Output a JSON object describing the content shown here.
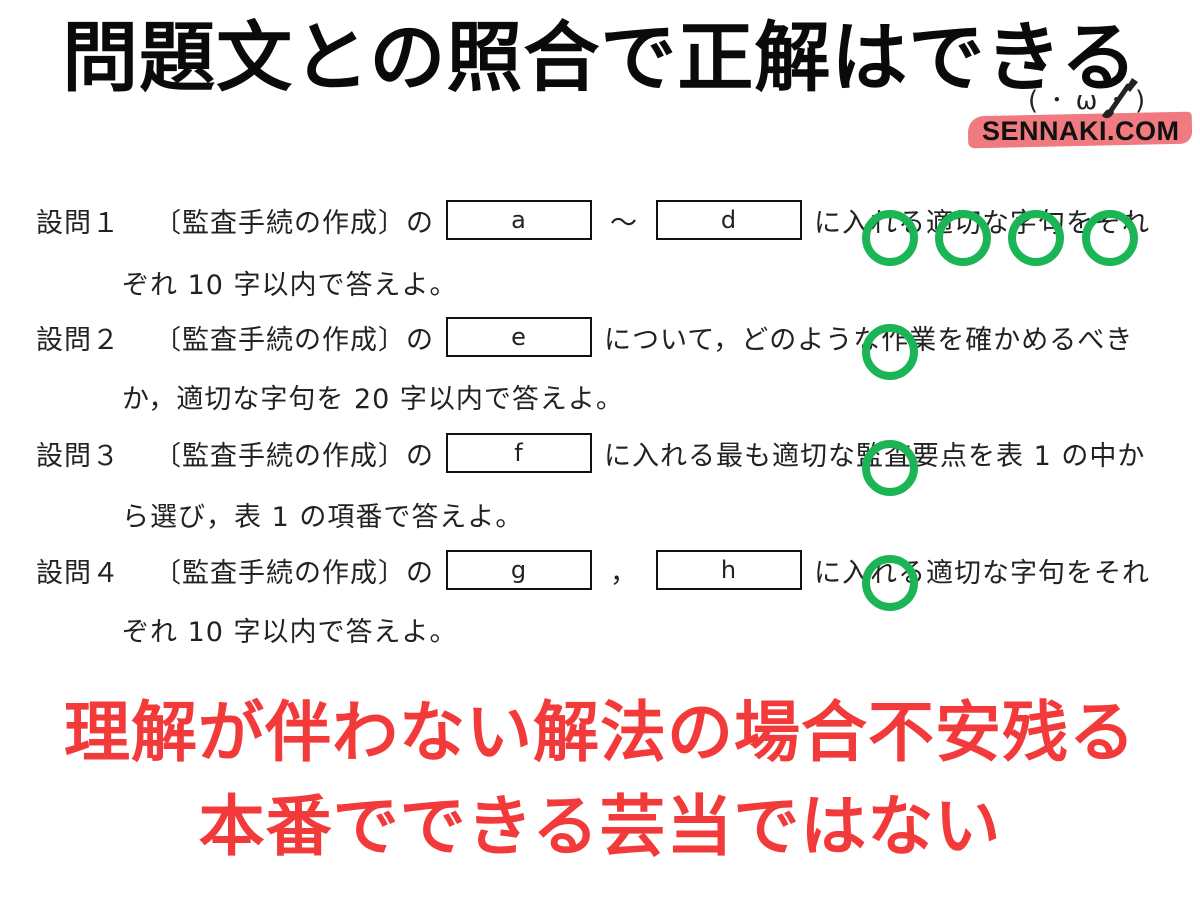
{
  "title": "問題文との照合で正解はできる",
  "logo": {
    "face": "( ･ ω ･ )",
    "brand": "SENNAKI.COM",
    "brush_color": "#f07a80"
  },
  "questions": [
    {
      "number": "設問１",
      "label": "〔監査手続の作成〕の",
      "boxes": [
        "a",
        "d"
      ],
      "separator": "～",
      "rest": "に入れる適切な字句をそれ",
      "continuation": "ぞれ 10 字以内で答えよ。"
    },
    {
      "number": "設問２",
      "label": "〔監査手続の作成〕の",
      "boxes": [
        "e"
      ],
      "rest": "について，どのような作業を確かめるべき",
      "continuation": "か，適切な字句を 20 字以内で答えよ。"
    },
    {
      "number": "設問３",
      "label": "〔監査手続の作成〕の",
      "boxes": [
        "f"
      ],
      "rest": "に入れる最も適切な監査要点を表 1 の中か",
      "continuation": "ら選び，表 1 の項番で答えよ。"
    },
    {
      "number": "設問４",
      "label": "〔監査手続の作成〕の",
      "boxes": [
        "g",
        "h"
      ],
      "separator": "，",
      "rest": "に入れる適切な字句をそれ",
      "continuation": "ぞれ 10 字以内で答えよ。"
    }
  ],
  "colors": {
    "circle": "#1bb556",
    "bottom_text": "#f23a3a"
  },
  "bottom": {
    "line1": "理解が伴わない解法の場合不安残る",
    "line2": "本番でできる芸当ではない"
  }
}
